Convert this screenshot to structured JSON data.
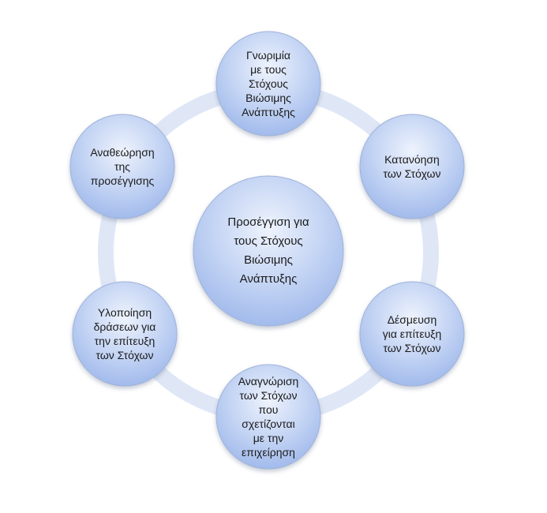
{
  "diagram": {
    "type": "cycle",
    "center": {
      "label": "Προσέγγιση για\nτους Στόχους\nΒιώσιμης\nΑνάπτυξης"
    },
    "nodes": [
      {
        "id": "top",
        "label": "Γνωριμία\nμε τους\nΣτόχους\nΒιώσιμης\nΑνάπτυξης"
      },
      {
        "id": "upper-right",
        "label": "Κατανόηση\nτων Στόχων"
      },
      {
        "id": "lower-right",
        "label": "Δέσμευση\nγια επίτευξη\nτων Στόχων"
      },
      {
        "id": "bottom",
        "label": "Αναγνώριση\nτων Στόχων\nπου\nσχετίζονται\nμε την\nεπιχείρηση"
      },
      {
        "id": "lower-left",
        "label": "Υλοποίηση\nδράσεων για\nτην επίτευξη\nτων Στόχων"
      },
      {
        "id": "upper-left",
        "label": "Αναθεώρηση\nτης\nπροσέγγισης"
      }
    ]
  }
}
